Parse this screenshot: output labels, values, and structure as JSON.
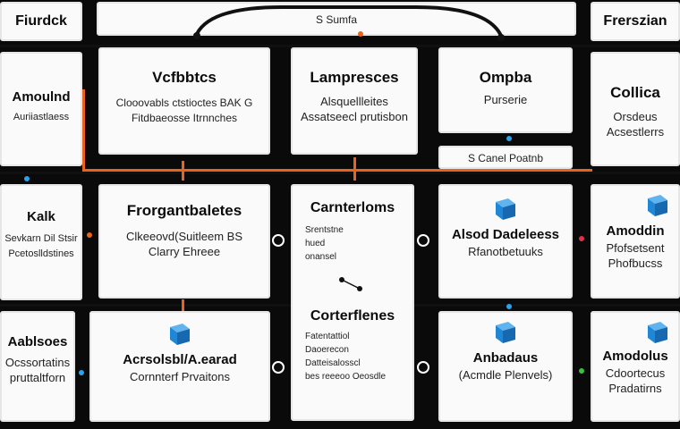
{
  "header": {
    "left_label": "Fiurdck",
    "center_label": "S Sumfa",
    "right_label": "Frerszian"
  },
  "row1": {
    "c1": {
      "title": "Amoulnd",
      "sub": "Auriiastlaess"
    },
    "c2": {
      "title": "Vcfbbtcs",
      "sub1": "Clooovabls ctstioctes BAK G",
      "sub2": "Fitdbaeosse Itrnnches"
    },
    "c3": {
      "title": "Lampresces",
      "sub1": "Alsquellleites",
      "sub2": "Assatseecl prutisbon"
    },
    "c4": {
      "title": "Ompba",
      "sub": "Purserie"
    },
    "c5": {
      "title": "Collica",
      "sub1": "Orsdeus",
      "sub2": "Acsestlerrs"
    }
  },
  "mid_label": "S Canel Poatnb",
  "row2": {
    "c1": {
      "title": "Kalk",
      "sub1": "Sevkarn Dil Stsir",
      "sub2": "Pcetoslldstines"
    },
    "c2": {
      "title": "Frorgantbaletes",
      "sub1": "Clkeeovd(Suitleem BS",
      "sub2": "Clarry Ehreee"
    },
    "c3": {
      "title": "Carnterloms",
      "items": [
        "Srentstne",
        "hued",
        "onansel"
      ]
    },
    "c4": {
      "title": "Alsod Dadeleess",
      "sub": "Rfanotbetuuks"
    },
    "c5": {
      "title": "Amoddin",
      "sub1": "Pfofsetsent",
      "sub2": "Phofbucss"
    }
  },
  "row3": {
    "c1": {
      "title": "Aablsoes",
      "sub1": "Ocssortatins",
      "sub2": "pruttaltforn"
    },
    "c2": {
      "title": "Acrsolsbl/A.earad",
      "sub": "Cornnterf Prvaitons"
    },
    "c3": {
      "title": "Corterflenes",
      "items": [
        "Fatentattiol",
        "Daoerecon",
        "Datteisalosscl",
        "bes reeeoo Oeosdle"
      ]
    },
    "c4": {
      "title": "Anbadaus",
      "sub": "(Acmdle Plenvels)"
    },
    "c5": {
      "title": "Amodolus",
      "sub1": "Cdoortecus",
      "sub2": "Pradatirns"
    }
  },
  "colors": {
    "accent": "#e8641c",
    "cube": "#1f87d6",
    "dot_blue": "#2aa3ee"
  }
}
